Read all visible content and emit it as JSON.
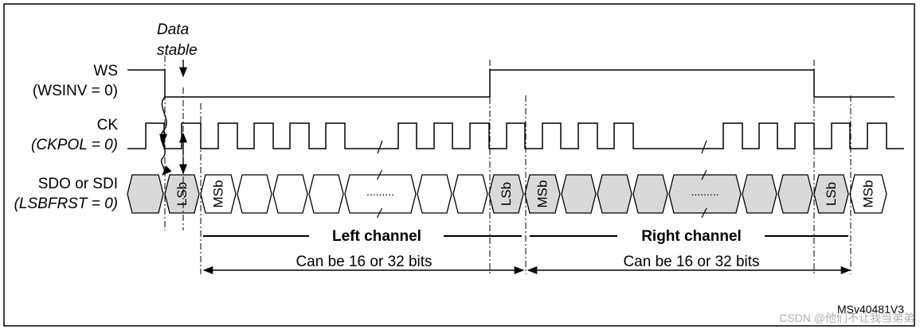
{
  "labels": {
    "data_stable_1": "Data",
    "data_stable_2": "stable",
    "ws": "WS",
    "ws_inv": "(WSINV = 0)",
    "ck": "CK",
    "ck_pol": "(CKPOL = 0)",
    "sdo": "SDO or SDI",
    "lsbfrst": "(LSBFRST = 0)",
    "left_channel": "Left channel",
    "right_channel": "Right channel",
    "can_be_left": "Can be 16 or 32 bits",
    "can_be_right": "Can be 16 or 32 bits",
    "lsb": "LSb",
    "msb": "MSb",
    "ellipsis": ".........",
    "figure_id": "MSv40481V3",
    "watermark": "CSDN @他们不让我当弟弟"
  },
  "colors": {
    "line": "#000000",
    "cell_fill": "#d9d9d9",
    "cell_white": "#ffffff",
    "border": "#000000"
  }
}
